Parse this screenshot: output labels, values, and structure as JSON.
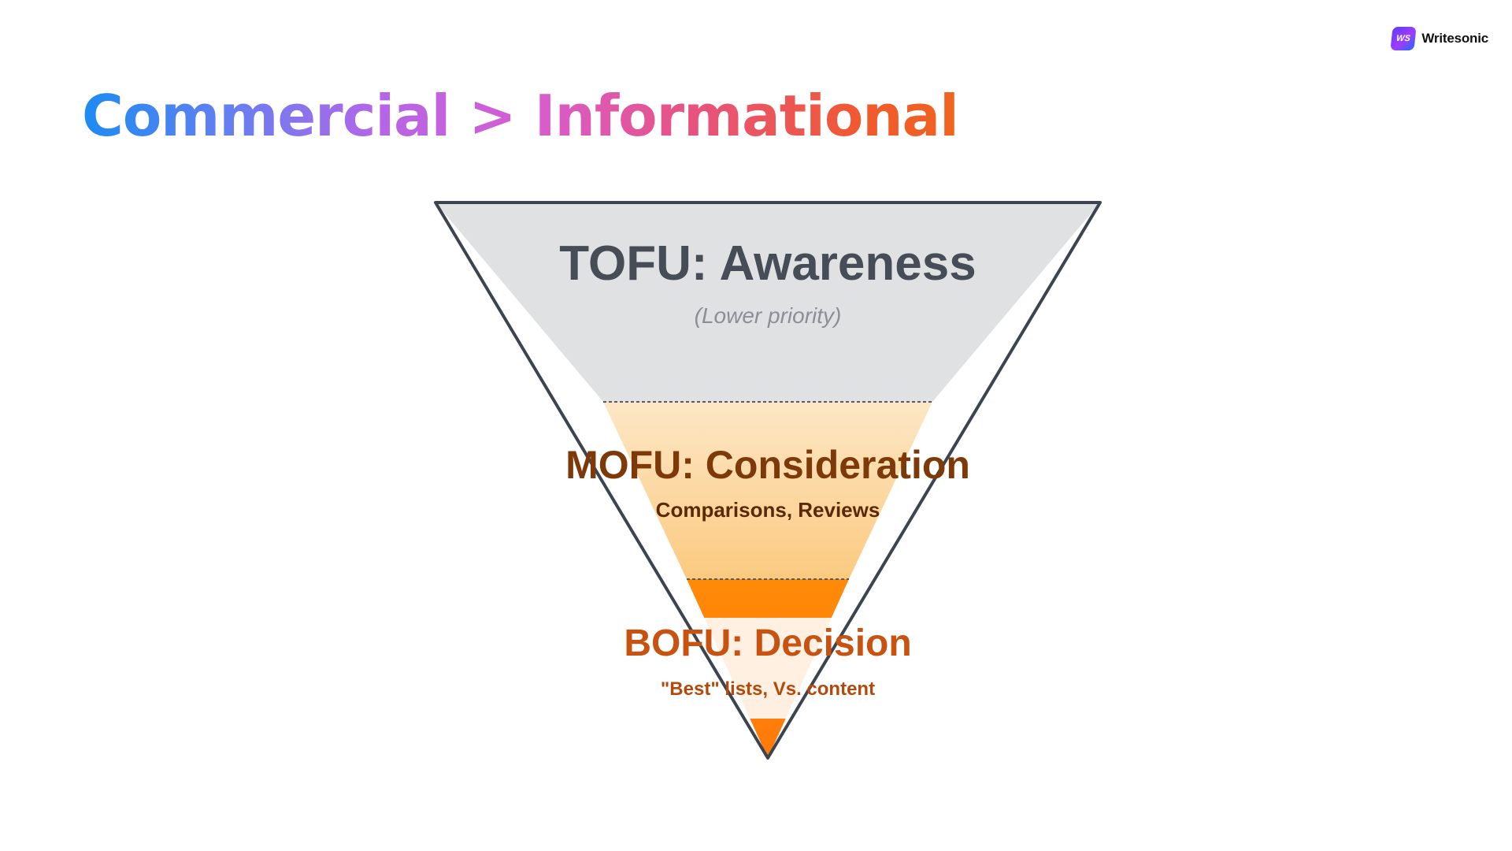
{
  "title": "Commercial > Informational",
  "logo": {
    "mark_text": "WS",
    "name": "Writesonic"
  },
  "funnel": {
    "stages": [
      {
        "heading": "TOFU: Awareness",
        "subtext": "(Lower priority)"
      },
      {
        "heading": "MOFU: Consideration",
        "subtext": "Comparisons, Reviews"
      },
      {
        "heading": "BOFU: Decision",
        "subtext": "\"Best\" lists, Vs. content"
      }
    ]
  },
  "colors": {
    "tofu_fill": "#e0e1e3",
    "mofu_fill_top": "#fde7c6",
    "mofu_fill_bottom": "#fbca80",
    "bofu_fill": "#ff8c0a",
    "outline": "#3d4450",
    "tofu_text": "#474d57",
    "tofu_subtext": "#8a8f96",
    "mofu_text": "#7d3a08",
    "bofu_text": "#c8520f"
  }
}
